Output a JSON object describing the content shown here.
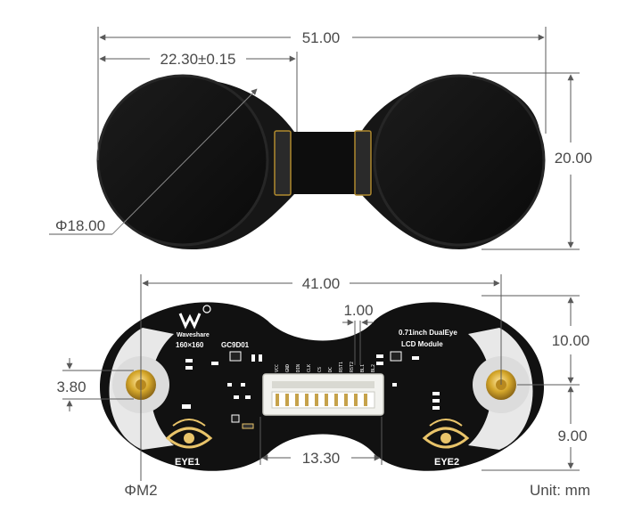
{
  "dimensions": {
    "total_width": "51.00",
    "lcd_offset": "22.30±0.15",
    "height_top": "20.00",
    "lcd_diameter": "Φ18.00",
    "hole_spacing": "41.00",
    "pin_pitch": "1.00",
    "upper_offset": "10.00",
    "lower_offset": "9.00",
    "hole_vertical": "3.80",
    "connector_width": "13.30",
    "hole_diameter": "ΦM2"
  },
  "board": {
    "brand": "Waveshare",
    "resolution": "160×160",
    "driver": "GC9D01",
    "title_line1": "0.71inch DualEye",
    "title_line2": "LCD Module",
    "eye_left": "EYE1",
    "eye_right": "EYE2",
    "pins": [
      "VCC",
      "GND",
      "DIN",
      "CLK",
      "CS",
      "DC",
      "RST1",
      "RST2",
      "BL1",
      "BL2"
    ]
  },
  "unit_label": "Unit: mm",
  "colors": {
    "dimension_line": "#5a5a5a",
    "pcb": "#111111",
    "silkscreen": "#ffffff",
    "gold": "#d4a62a"
  }
}
